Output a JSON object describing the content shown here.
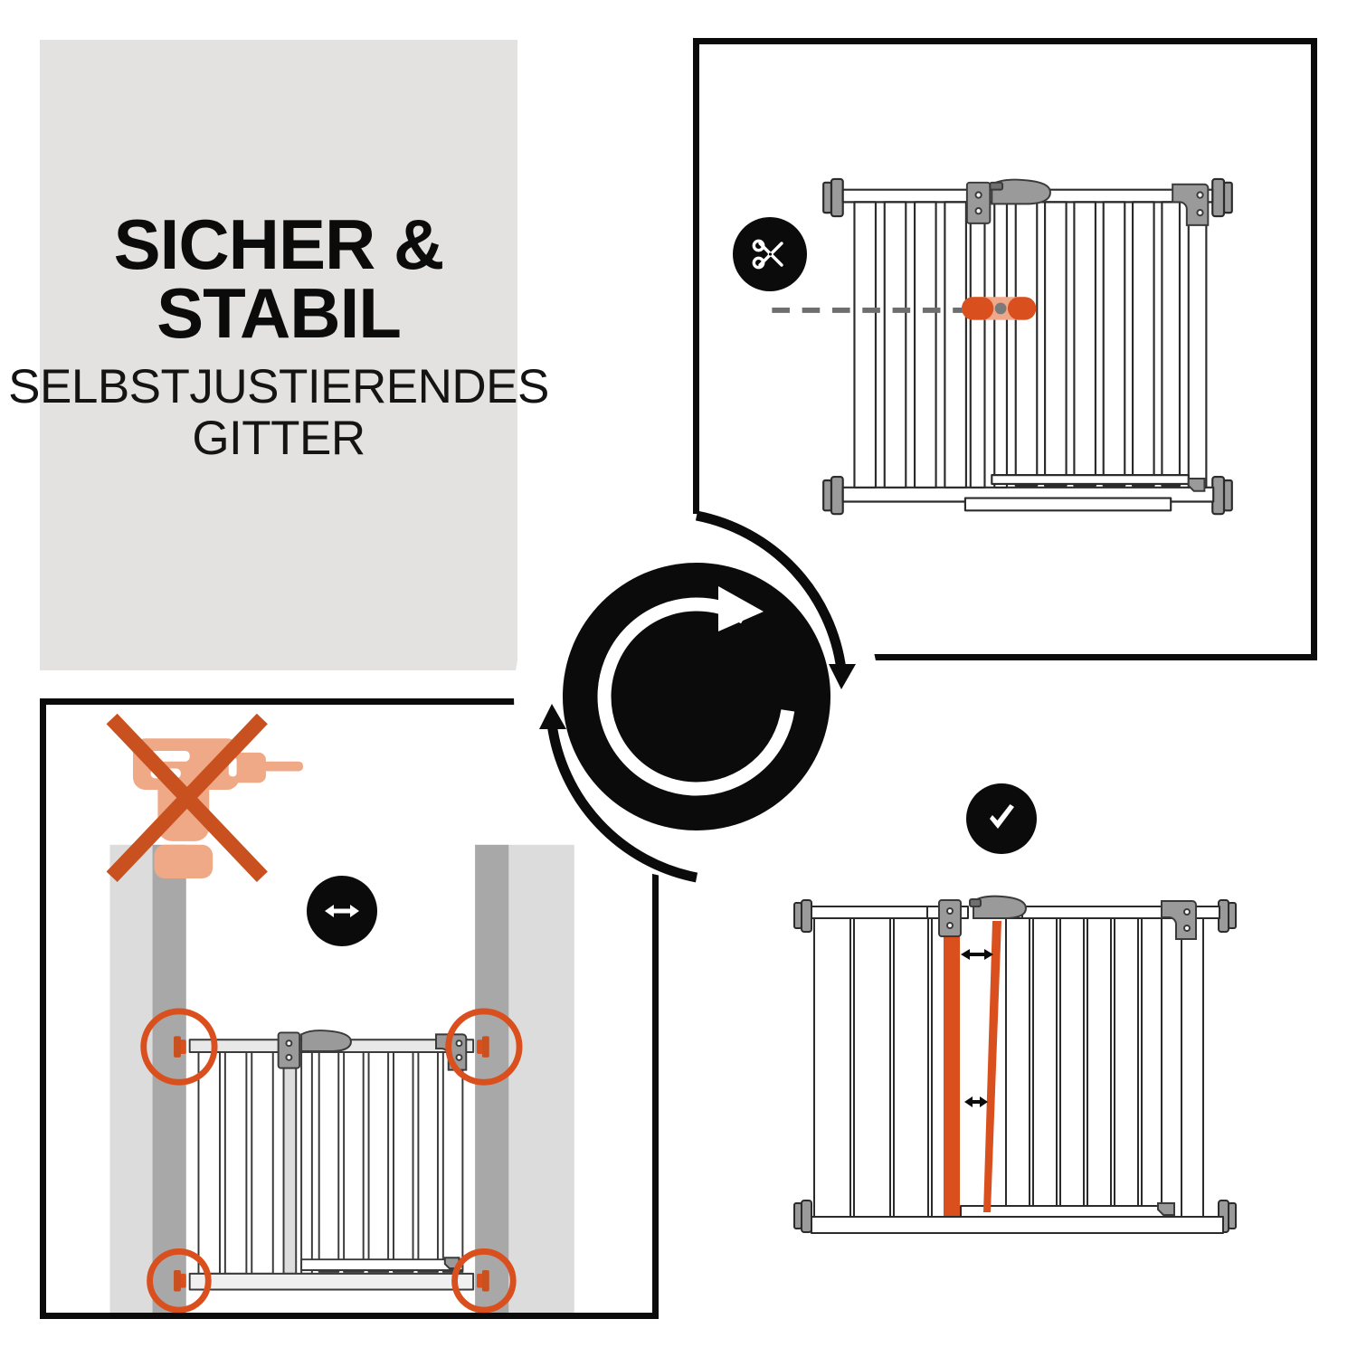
{
  "document": {
    "type": "product-infographic",
    "language": "de",
    "background_color": "#FFFFFF"
  },
  "headline": {
    "panel_background": "#E3E2E0",
    "title_line_1": "SICHER &",
    "title_line_2": "STABIL",
    "subtitle_line_1": "SELBSTJUSTIERENDES",
    "subtitle_line_2": "GITTER"
  },
  "panels": [
    {
      "id": "panel-top-right",
      "name": "cut-to-size-panel",
      "border_color": "#0B0B0B",
      "badge": {
        "icon": "scissors-icon",
        "background": "#0B0B0B",
        "glyph_color": "#FFFFFF"
      },
      "cut_line": {
        "style": "dashed",
        "color": "#6E6E6E"
      },
      "marker": {
        "shape": "pill",
        "color": "#D9501E",
        "highlight_color": "#F0A98A"
      },
      "subject": "safety-gate-front-view"
    },
    {
      "id": "panel-bottom-left",
      "name": "no-drilling-panel",
      "border_color": "#0B0B0B",
      "drill_icon": {
        "name": "drill-icon",
        "body_color": "#EFA987",
        "strike_color": "#C8511F",
        "state": "prohibited"
      },
      "badge": {
        "icon": "horizontal-double-arrow-icon",
        "background": "#0B0B0B",
        "glyph_color": "#FFFFFF"
      },
      "doorframe_color": "#A8A8A8",
      "wall_color": "#DCDCDC",
      "highlight_circles": {
        "count": 4,
        "color": "#D9501E",
        "positions": [
          "top-left",
          "top-right",
          "bottom-left",
          "bottom-right"
        ]
      },
      "subject": "safety-gate-mounted-in-doorway"
    },
    {
      "id": "panel-bottom-right",
      "name": "correct-fit-panel",
      "badge": {
        "icon": "check-icon",
        "background": "#0B0B0B",
        "glyph_color": "#FFFFFF"
      },
      "alignment_bars": {
        "color": "#D9501E",
        "count": 2
      },
      "gap_arrows": {
        "count": 2,
        "color": "#0B0B0B",
        "icon": "horizontal-double-arrow-icon"
      },
      "subject": "safety-gate-self-adjusting-detail"
    }
  ],
  "cycle_emblem": {
    "name": "self-adjusting-cycle-emblem",
    "ring_color": "#0B0B0B",
    "inner_arrow_color": "#FFFFFF",
    "flow_arrows": 2,
    "flow_arrow_color": "#0B0B0B",
    "description": "circular refresh arrow linking the three illustration panels"
  },
  "colors": {
    "accent_orange": "#D9501E",
    "accent_orange_light": "#EFA987",
    "black": "#0B0B0B",
    "panel_grey": "#E3E2E0",
    "metal_grey": "#9A9A9A",
    "line_grey": "#6E6E6E"
  }
}
